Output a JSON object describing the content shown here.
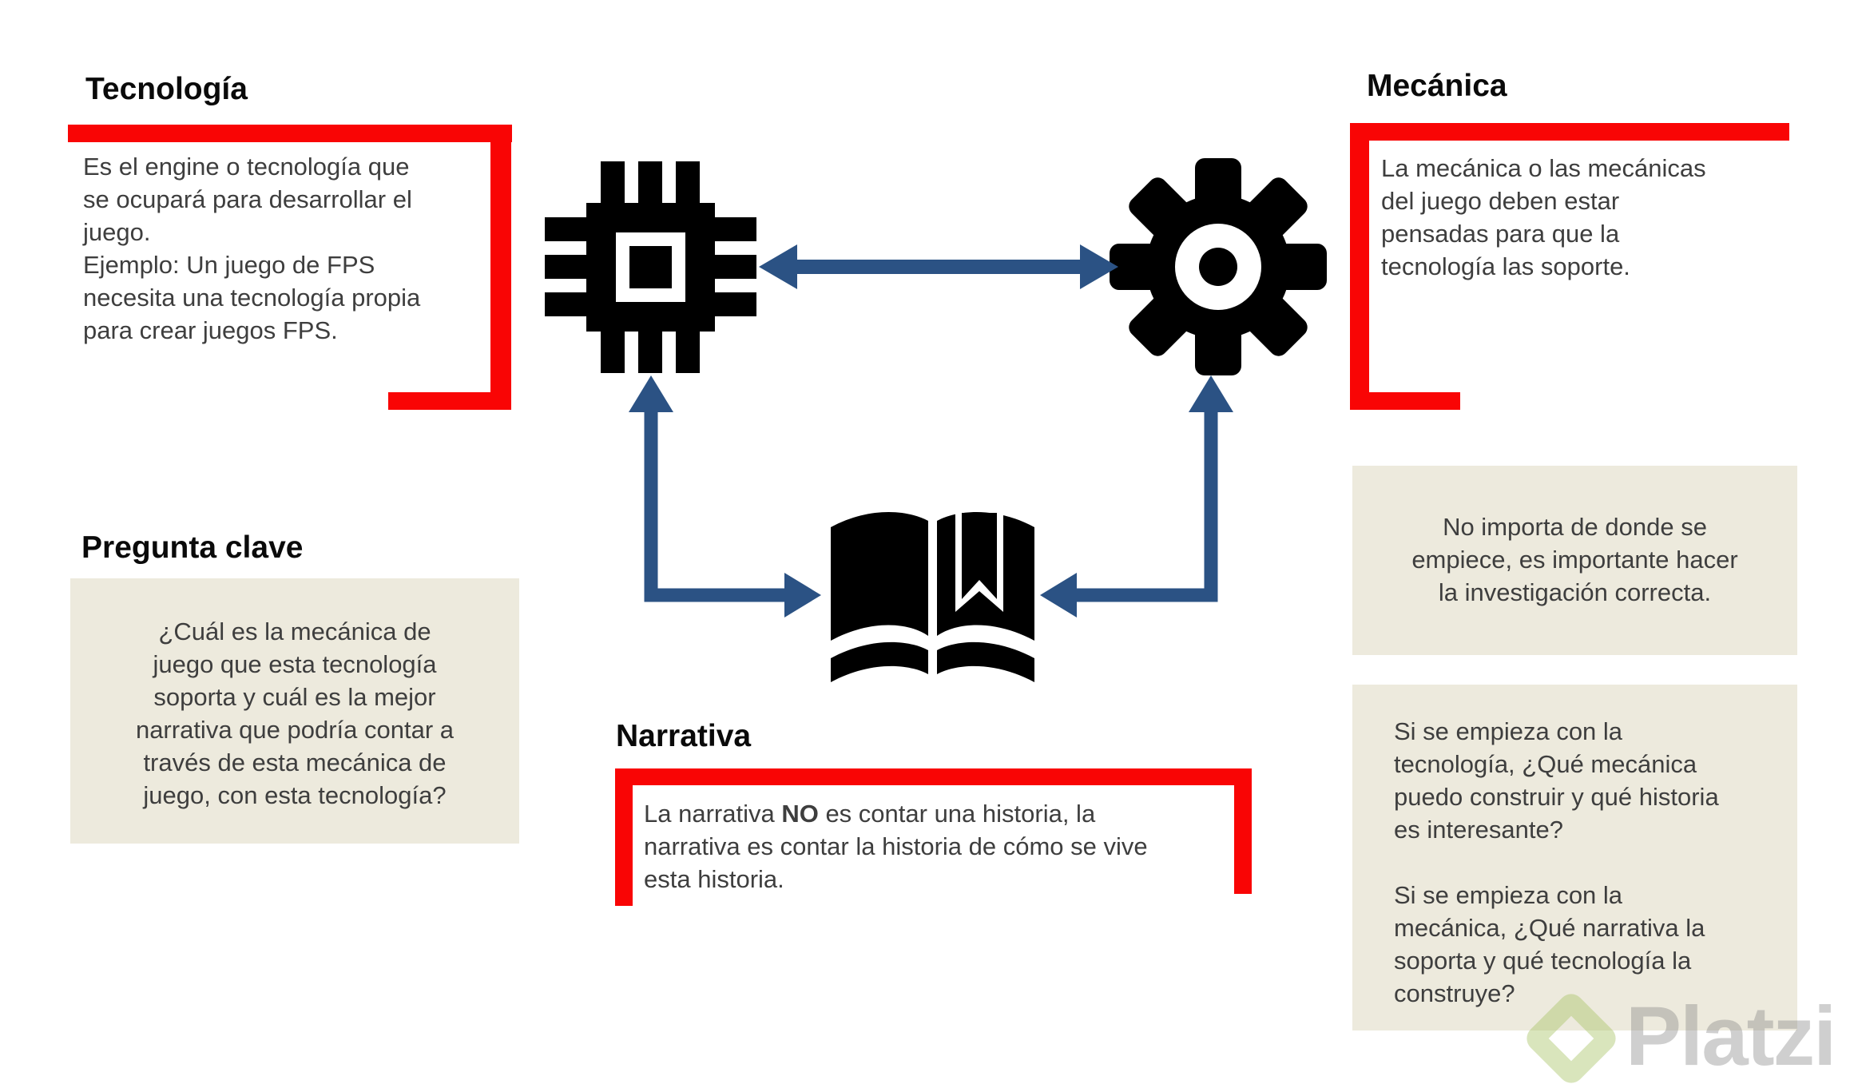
{
  "colors": {
    "accent_red": "#f90505",
    "arrow_blue": "#2b5284",
    "note_beige": "#edeadd",
    "title_text": "#0a0a0a",
    "body_text": "#3e3e3e",
    "icon_black": "#000000",
    "watermark_gray": "rgba(128,128,128,0.38)",
    "watermark_green": "rgba(170,198,106,0.45)"
  },
  "sections": {
    "tecnologia": {
      "title": "Tecnología",
      "body": "Es el engine o tecnología que\nse ocupará para desarrollar el\njuego.\nEjemplo: Un juego de FPS\nnecesita una tecnología propia\npara crear juegos FPS."
    },
    "mecanica": {
      "title": "Mecánica",
      "body": "La mecánica o las mecánicas\ndel juego deben estar\npensadas para que la\ntecnología las soporte."
    },
    "pregunta_clave": {
      "title": "Pregunta clave",
      "body": "¿Cuál es la mecánica de\njuego que esta tecnología\nsoporta y cuál es la mejor\nnarrativa que podría contar a\ntravés de esta mecánica de\njuego, con esta tecnología?"
    },
    "narrativa": {
      "title": "Narrativa",
      "body_prefix": "La narrativa ",
      "body_bold": "NO",
      "body_suffix": " es contar una historia, la\nnarrativa es contar la historia de cómo se vive\nesta historia."
    },
    "nota_investigacion": {
      "body": "No importa de donde se\nempiece, es importante hacer\nla investigación correcta."
    },
    "nota_preguntas": {
      "body": "Si se empieza con la\ntecnología, ¿Qué mecánica\npuedo construir y qué historia\nes interesante?\n\nSi se empieza con la\nmecánica, ¿Qué narrativa la\nsoporta y qué tecnología la\nconstruye?"
    }
  },
  "icons": {
    "technology": "cpu-chip-icon",
    "mechanics": "gear-icon",
    "narrative": "open-book-icon"
  },
  "watermark": {
    "text": "Platzi",
    "logo": "platzi-diamond-logo"
  }
}
